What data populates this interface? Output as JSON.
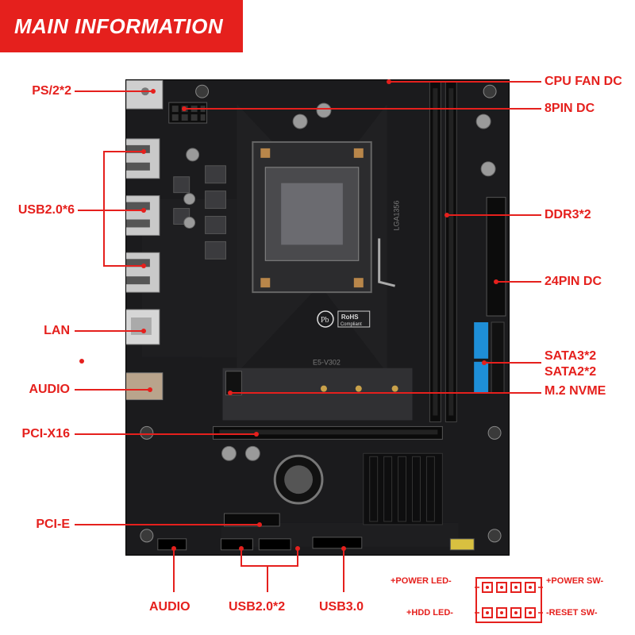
{
  "banner": {
    "title": "MAIN INFORMATION"
  },
  "board": {
    "socket_label": "LGA1356",
    "model_label": "E5-V302",
    "rohs_label": "RoHS",
    "rohs_sub": "Compliant"
  },
  "labels": {
    "ps2": "PS/2*2",
    "usb20_6": "USB2.0*6",
    "lan": "LAN",
    "audio_left": "AUDIO",
    "pci_x16": "PCI-X16",
    "pci_e": "PCI-E",
    "audio_bottom": "AUDIO",
    "usb20_2": "USB2.0*2",
    "usb30": "USB3.0",
    "cpu_fan": "CPU FAN DC",
    "pin8": "8PIN DC",
    "ddr3": "DDR3*2",
    "pin24": "24PIN DC",
    "sata3": "SATA3*2",
    "sata2": "SATA2*2",
    "m2": "M.2 NVME"
  },
  "front_panel": {
    "power_led": "+POWER LED-",
    "power_sw": "+POWER SW-",
    "hdd_led": "+HDD LED-",
    "reset_sw": "-RESET SW-"
  },
  "colors": {
    "accent": "#e5201d",
    "pcb": "#1b1b1d",
    "sata": "#1e8fd8"
  }
}
